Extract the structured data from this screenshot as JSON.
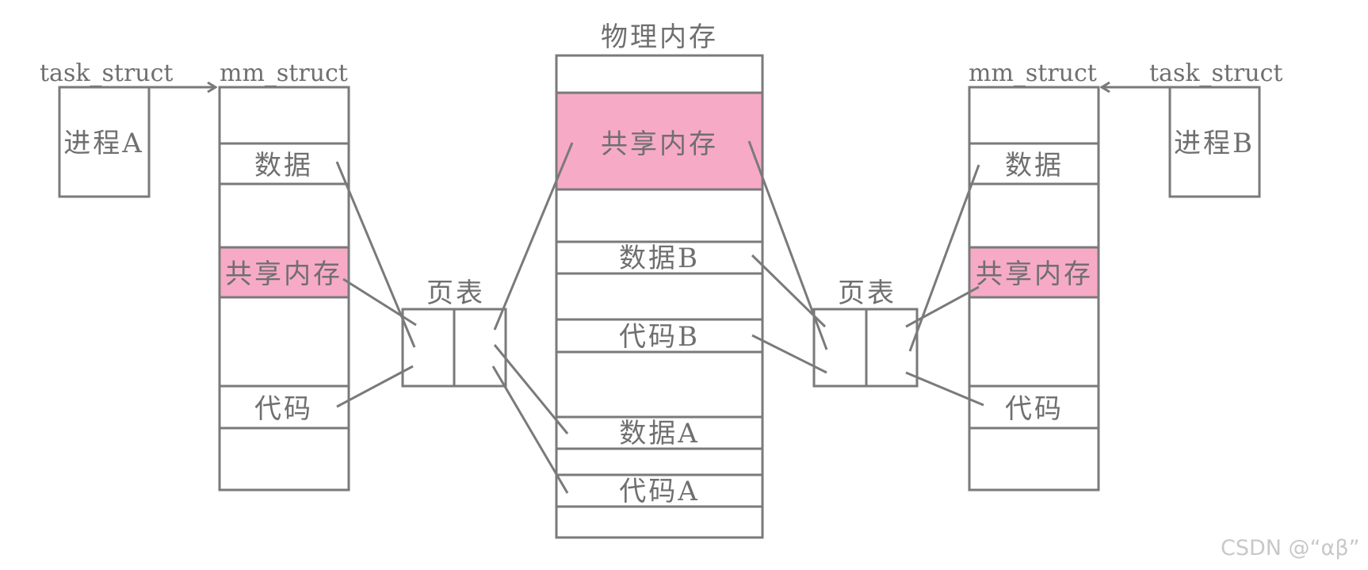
{
  "title": "物理内存",
  "process_a": {
    "task_label": "task_struct",
    "process_name": "进程A",
    "mm_label": "mm_struct",
    "data": "数据",
    "shared": "共享内存",
    "code": "代码",
    "page_table": "页表"
  },
  "process_b": {
    "task_label": "task_struct",
    "process_name": "进程B",
    "mm_label": "mm_struct",
    "data": "数据",
    "shared": "共享内存",
    "code": "代码",
    "page_table": "页表"
  },
  "physical": {
    "shared": "共享内存",
    "data_b": "数据B",
    "code_b": "代码B",
    "data_a": "数据A",
    "code_a": "代码A"
  },
  "watermark": "CSDN @“αβ”",
  "colors": {
    "shared_fill": "#f7aac6",
    "stroke": "#7a7a7a",
    "text": "#6f6f6f"
  }
}
